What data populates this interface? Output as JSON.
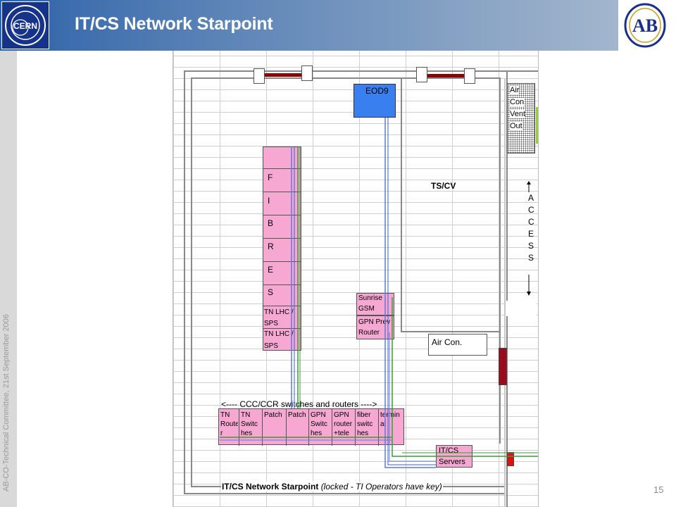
{
  "header": {
    "title": "IT/CS Network Starpoint",
    "cern_logo_text": "CERN",
    "ab_logo_text": "AB",
    "background_colors": [
      "#2e63a8",
      "#aebdd2"
    ]
  },
  "footer": {
    "vertical_text": "AB-CO-Technical  Committee, 21st September 2006",
    "page_number": "15"
  },
  "diagram": {
    "eod9_label": "EOD9",
    "air_con_vent_out": [
      "Air",
      "Con",
      "Vent",
      "Out"
    ],
    "ts_cv_label": "TS/CV",
    "access_letters": [
      "A",
      "C",
      "C",
      "E",
      "S",
      "S"
    ],
    "fibres_letters": [
      "F",
      "I",
      "B",
      "R",
      "E",
      "S"
    ],
    "tn_lhc_sps_1": [
      "TN LHC /",
      "SPS"
    ],
    "tn_lhc_sps_2": [
      "TN LHC /",
      "SPS"
    ],
    "sunrise_gsm": [
      "Sunrise",
      "GSM"
    ],
    "gpn_prev_router": [
      "GPN Prev",
      "Router"
    ],
    "air_con_label": "Air Con.",
    "ccc_header": "<----  CCC/CCR switches and routers  ---->",
    "ccc_cells": [
      [
        "TN",
        "Route",
        "r"
      ],
      [
        "TN",
        "Switc",
        "hes"
      ],
      [
        "Patch",
        "",
        ""
      ],
      [
        "Patch",
        "",
        ""
      ],
      [
        "GPN",
        "Switc",
        "hes"
      ],
      [
        "GPN",
        "router",
        "+tele"
      ],
      [
        "fiber",
        "switc",
        "hes"
      ],
      [
        "termin",
        "al",
        ""
      ]
    ],
    "it_cs_servers": [
      "IT/CS",
      "Servers"
    ],
    "bottom_caption_bold": "IT/CS Network Starpoint",
    "bottom_caption_italic": "(locked - TI Operators have key)",
    "colors": {
      "eod9_box": "#3a7ff0",
      "pink_box": "#f7a8d2",
      "blue_cable": "#5a7be0",
      "green_cable": "#3a9a3a",
      "door_red": "#8b0000",
      "cabinet_red": "#9b0d1d",
      "small_red": "#e01010"
    }
  }
}
